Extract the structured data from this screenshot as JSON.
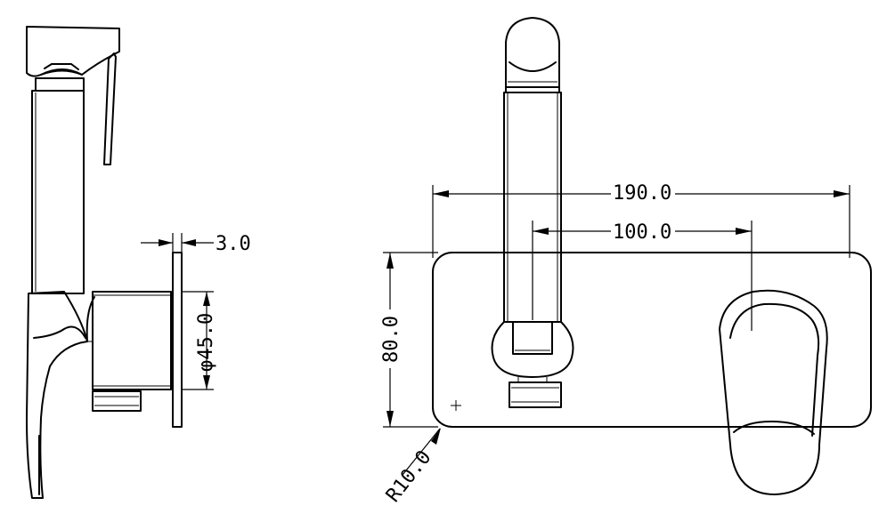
{
  "drawing": {
    "dimensions": {
      "overall_width": "190.0",
      "center_distance": "100.0",
      "plate_height": "80.0",
      "corner_radius": "R10.0",
      "plate_thickness": "3.0",
      "outlet_diameter": "φ45.0"
    }
  }
}
